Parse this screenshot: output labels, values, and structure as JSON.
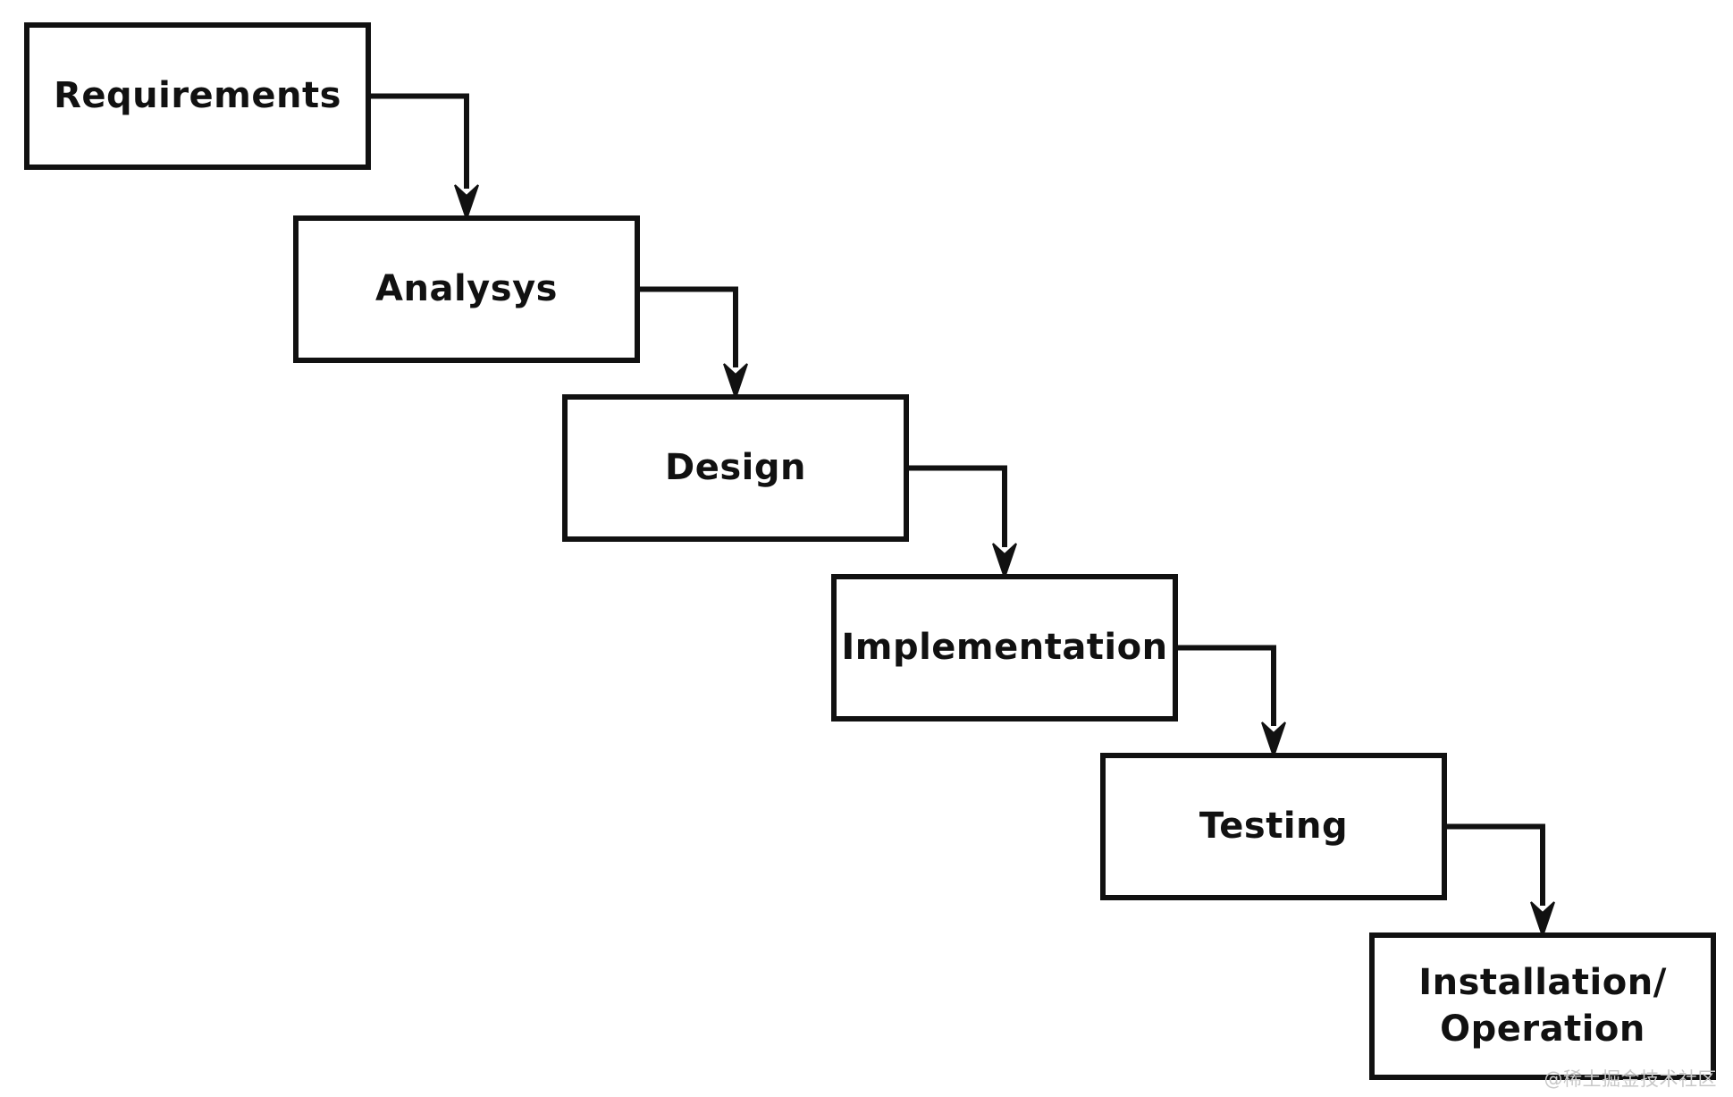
{
  "diagram": {
    "type": "waterfall-flow",
    "stages": [
      {
        "label": "Requirements"
      },
      {
        "label": "Analysys"
      },
      {
        "label": "Design"
      },
      {
        "label": "Implementation"
      },
      {
        "label": "Testing"
      },
      {
        "label": "Installation/\nOperation"
      }
    ],
    "connections": [
      {
        "from": 0,
        "to": 1
      },
      {
        "from": 1,
        "to": 2
      },
      {
        "from": 2,
        "to": 3
      },
      {
        "from": 3,
        "to": 4
      },
      {
        "from": 4,
        "to": 5
      }
    ],
    "colors": {
      "stroke": "#111111",
      "background": "#ffffff"
    }
  },
  "watermark": {
    "text": "@稀土掘金技术社区"
  }
}
